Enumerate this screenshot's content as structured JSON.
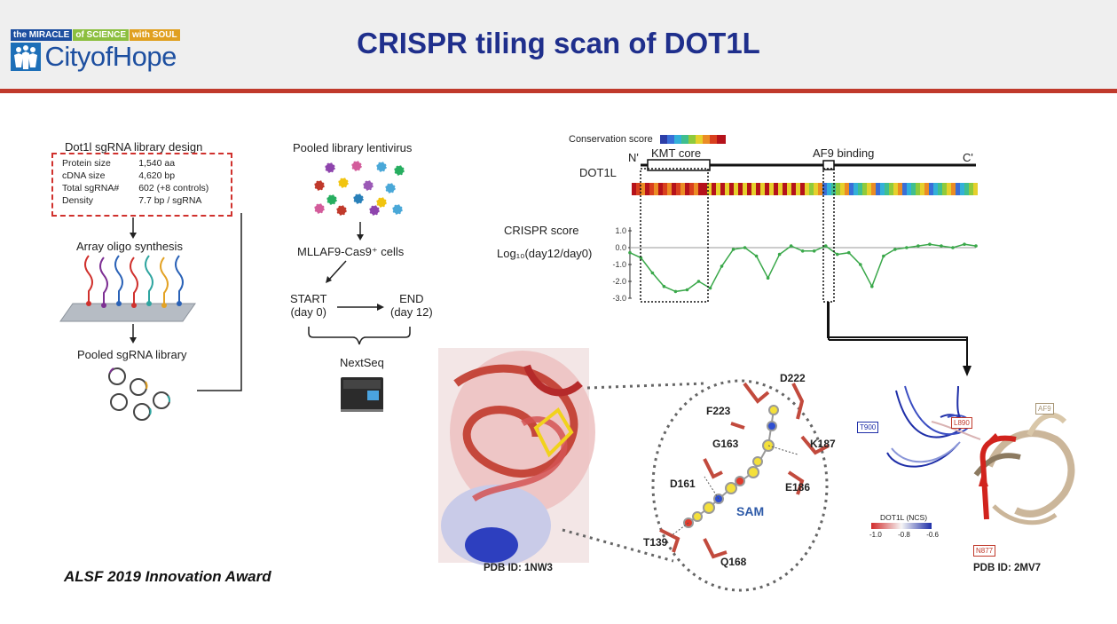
{
  "header": {
    "title": "CRISPR tiling scan of DOT1L",
    "logo_tag_1": "the MIRACLE",
    "logo_tag_2": "of SCIENCE",
    "logo_tag_3": "with SOUL",
    "logo_name": "CityofHope",
    "colors": {
      "title": "#1f2f8c",
      "rule": "#c0392b",
      "tag1": "#1d4fa0",
      "tag2": "#8cbf3f",
      "tag3": "#e0a020"
    }
  },
  "design": {
    "title": "Dot1l sgRNA library design",
    "rows": [
      {
        "label": "Protein size",
        "value": "1,540 aa"
      },
      {
        "label": "cDNA size",
        "value": "4,620 bp"
      },
      {
        "label": "Total sgRNA#",
        "value": "602 (+8 controls)"
      },
      {
        "label": "Density",
        "value": "7.7 bp / sgRNA"
      }
    ]
  },
  "workflow": {
    "array_synthesis": "Array oligo synthesis",
    "pooled_sgrna": "Pooled sgRNA library",
    "lentivirus": "Pooled library lentivirus",
    "cells": "MLLAF9-Cas9⁺ cells",
    "start": "START",
    "start_day": "(day 0)",
    "end": "END",
    "end_day": "(day 12)",
    "nextseq": "NextSeq"
  },
  "award": "ALSF 2019 Innovation Award",
  "tiling": {
    "conservation_label": "Conservation score",
    "protein": "DOT1L",
    "n_term": "N'",
    "c_term": "C'",
    "kmt_core": "KMT core",
    "af9_binding": "AF9 binding",
    "score_label": "CRISPR score",
    "log_label": "Log₁₀(day12/day0)",
    "yticks": [
      "1.0",
      "0.0",
      "-1.0",
      "-2.0",
      "-3.0"
    ]
  },
  "chart_data": {
    "type": "scatter",
    "title": "",
    "xlabel": "",
    "ylabel": "CRISPR score Log10(day12/day0)",
    "ylim": [
      -3.0,
      1.0
    ],
    "x": [
      1,
      20,
      40,
      60,
      80,
      100,
      120,
      140,
      160,
      180,
      200,
      220,
      240,
      260,
      280,
      300,
      320,
      340,
      360,
      380,
      400,
      420,
      440,
      460,
      480,
      500,
      520,
      540,
      560,
      580,
      600
    ],
    "series": [
      {
        "values": [
          -0.3,
          -0.6,
          -1.5,
          -2.3,
          -2.6,
          -2.5,
          -2.0,
          -2.4,
          -1.1,
          -0.1,
          0.0,
          -0.5,
          -1.8,
          -0.4,
          0.1,
          -0.2,
          -0.2,
          0.1,
          -0.4,
          -0.3,
          -1.0,
          -2.3,
          -0.5,
          -0.1,
          0.0,
          0.1,
          0.2,
          0.1,
          0.0,
          0.2,
          0.1
        ]
      }
    ],
    "grid": false
  },
  "structure_1nw3": {
    "pdb": "PDB ID: 1NW3",
    "residues": [
      "D222",
      "F223",
      "G163",
      "K187",
      "D161",
      "E186",
      "T139",
      "Q168"
    ],
    "ligand": "SAM"
  },
  "structure_2mv7": {
    "pdb": "PDB ID: 2MV7",
    "tags": {
      "t900": "T900",
      "l890": "L890",
      "af9": "AF9",
      "n877": "N877"
    },
    "ncs_title": "DOT1L (NCS)",
    "ncs_ticks": [
      "-1.0",
      "-0.8",
      "-0.6"
    ]
  }
}
